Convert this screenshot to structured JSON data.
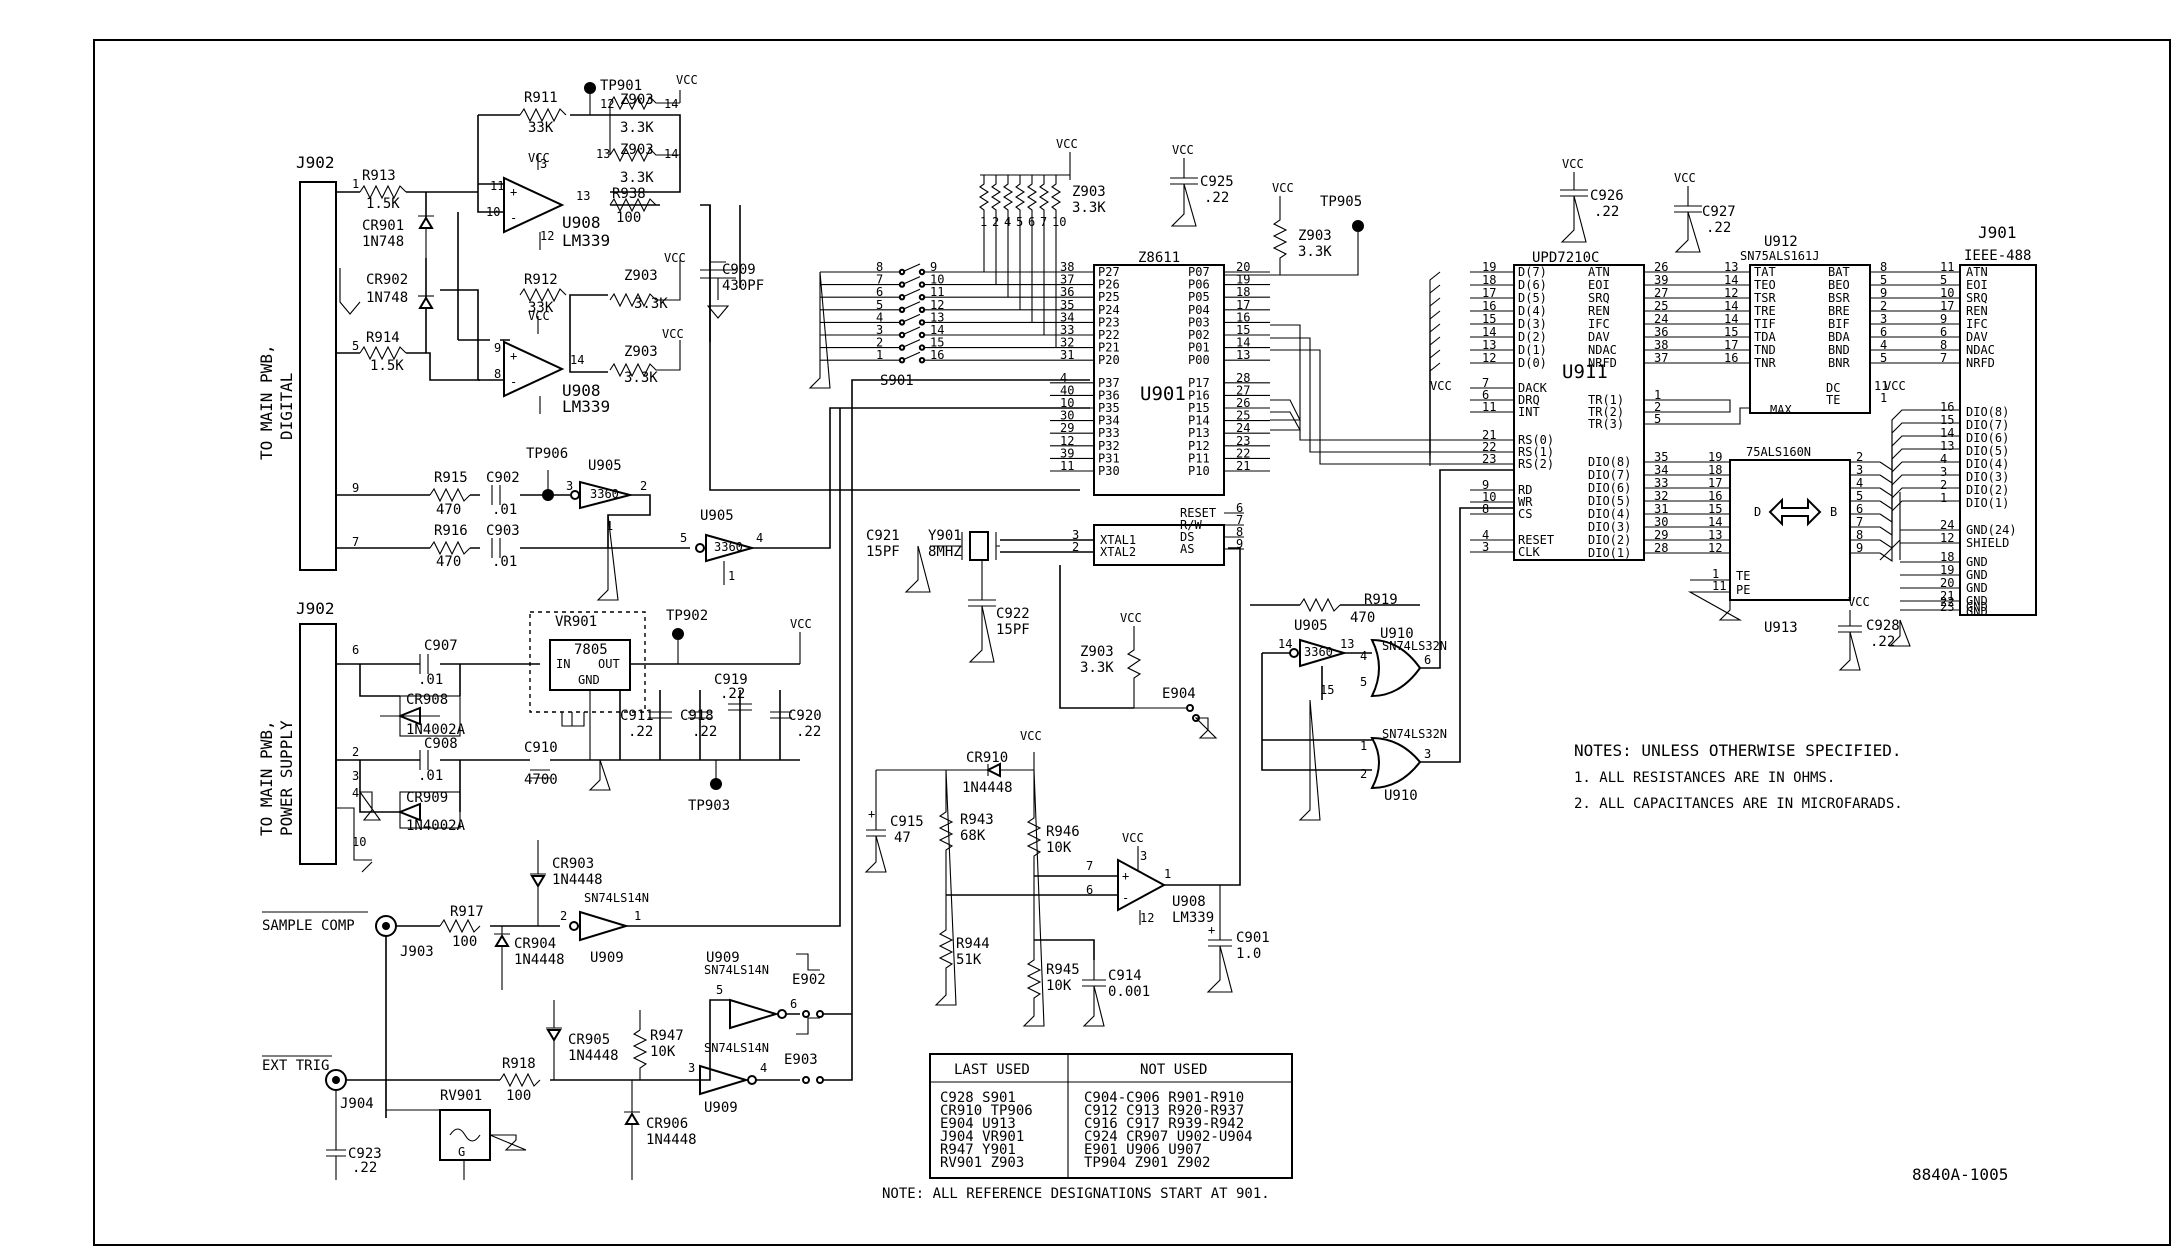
{
  "drawing_number": "8840A-1005",
  "reference_note": "NOTE: ALL REFERENCE DESIGNATIONS START AT 901.",
  "notes": {
    "title": "NOTES: UNLESS OTHERWISE SPECIFIED.",
    "items": [
      "1.  ALL RESISTANCES ARE IN OHMS.",
      "2.  ALL CAPACITANCES ARE IN MICROFARADS."
    ]
  },
  "connectors": {
    "j902_top": {
      "ref": "J902",
      "side_label_1": "TO MAIN PWB,",
      "side_label_2": "DIGITAL"
    },
    "j902_bottom": {
      "ref": "J902",
      "side_label_1": "TO MAIN PWB,",
      "side_label_2": "POWER SUPPLY"
    },
    "j901": {
      "ref": "J901",
      "title": "IEEE-488"
    },
    "j903": {
      "ref": "J903",
      "signal": "SAMPLE COMP"
    },
    "j904": {
      "ref": "J904",
      "signal": "EXT TRIG"
    }
  },
  "components": {
    "r913": {
      "ref": "R913",
      "value": "1.5K"
    },
    "r914": {
      "ref": "R914",
      "value": "1.5K"
    },
    "r911": {
      "ref": "R911",
      "value": "33K"
    },
    "r912": {
      "ref": "R912",
      "value": "33K"
    },
    "r938": {
      "ref": "R938",
      "value": "100"
    },
    "r915": {
      "ref": "R915",
      "value": "470"
    },
    "r916": {
      "ref": "R916",
      "value": "470"
    },
    "r917": {
      "ref": "R917",
      "value": "100"
    },
    "r918": {
      "ref": "R918",
      "value": "100"
    },
    "r919": {
      "ref": "R919",
      "value": "470"
    },
    "r943": {
      "ref": "R943",
      "value": "68K"
    },
    "r944": {
      "ref": "R944",
      "value": "51K"
    },
    "r945": {
      "ref": "R945",
      "value": "10K"
    },
    "r946": {
      "ref": "R946",
      "value": "10K"
    },
    "r947": {
      "ref": "R947",
      "value": "10K"
    },
    "cr901": {
      "ref": "CR901",
      "value": "1N748"
    },
    "cr902": {
      "ref": "CR902",
      "value": "1N748"
    },
    "cr903": {
      "ref": "CR903",
      "value": "1N4448"
    },
    "cr904": {
      "ref": "CR904",
      "value": "1N4448"
    },
    "cr905": {
      "ref": "CR905",
      "value": "1N4448"
    },
    "cr906": {
      "ref": "CR906",
      "value": "1N4448"
    },
    "cr908": {
      "ref": "CR908",
      "value": "1N4002A"
    },
    "cr909": {
      "ref": "CR909",
      "value": "1N4002A"
    },
    "cr910": {
      "ref": "CR910",
      "value": "1N4448"
    },
    "c902": {
      "ref": "C902",
      "value": ".01"
    },
    "c903": {
      "ref": "C903",
      "value": ".01"
    },
    "c907": {
      "ref": "C907",
      "value": ".01"
    },
    "c908": {
      "ref": "C908",
      "value": ".01"
    },
    "c909": {
      "ref": "C909",
      "value": "430PF"
    },
    "c910": {
      "ref": "C910",
      "value": "4700"
    },
    "c911": {
      "ref": "C911",
      "value": ".22"
    },
    "c914": {
      "ref": "C914",
      "value": "0.001"
    },
    "c915": {
      "ref": "C915",
      "value": "47"
    },
    "c918": {
      "ref": "C918",
      "value": ".22"
    },
    "c919": {
      "ref": "C919",
      "value": ".22"
    },
    "c920": {
      "ref": "C920",
      "value": ".22"
    },
    "c901": {
      "ref": "C901",
      "value": "1.0"
    },
    "c921": {
      "ref": "C921",
      "value": "15PF"
    },
    "c922": {
      "ref": "C922",
      "value": "15PF"
    },
    "c923": {
      "ref": "C923",
      "value": ".22"
    },
    "c925": {
      "ref": "C925",
      "value": ".22"
    },
    "c926": {
      "ref": "C926",
      "value": ".22"
    },
    "c927": {
      "ref": "C927",
      "value": ".22"
    },
    "c928": {
      "ref": "C928",
      "value": ".22"
    },
    "y901": {
      "ref": "Y901",
      "value": "8MHZ"
    },
    "vr901": {
      "ref": "VR901",
      "part": "7805",
      "in": "IN",
      "out": "OUT",
      "gnd": "GND"
    },
    "rv901": {
      "ref": "RV901",
      "pin": "G"
    },
    "u908a": {
      "ref": "U908",
      "part": "LM339"
    },
    "u908b": {
      "ref": "U908",
      "part": "LM339"
    },
    "u908c": {
      "ref": "U908",
      "part": "LM339"
    },
    "u905a": {
      "ref": "U905",
      "part": "3360"
    },
    "u905b": {
      "ref": "U905",
      "part": "3360"
    },
    "u905c": {
      "ref": "U905",
      "part": "3360"
    },
    "u909a": {
      "ref": "U909",
      "part": "SN74LS14N"
    },
    "u909b": {
      "ref": "U909",
      "part": "SN74LS14N"
    },
    "u909c": {
      "ref": "U909",
      "part": "SN74LS14N"
    },
    "u910a": {
      "ref": "U910",
      "part": "SN74LS32N"
    },
    "u910b": {
      "ref": "U910",
      "part": "SN74LS32N"
    },
    "z903a": {
      "ref": "Z903",
      "value": "3.3K"
    },
    "z903b": {
      "ref": "Z903",
      "value": "3.3K"
    },
    "z903c": {
      "ref": "Z903",
      "value": "3.3K"
    },
    "z903d": {
      "ref": "Z903",
      "value": "3.3K"
    },
    "z903e": {
      "ref": "Z903",
      "value": "3.3K"
    },
    "z903f": {
      "ref": "Z903",
      "value": "3.3K"
    },
    "z903g": {
      "ref": "Z903",
      "value": "3.3K"
    },
    "s901": {
      "ref": "S901"
    },
    "tp901": {
      "ref": "TP901"
    },
    "tp902": {
      "ref": "TP902"
    },
    "tp903": {
      "ref": "TP903"
    },
    "tp905": {
      "ref": "TP905"
    },
    "tp906": {
      "ref": "TP906"
    },
    "e902": {
      "ref": "E902"
    },
    "e903": {
      "ref": "E903"
    },
    "e904": {
      "ref": "E904"
    }
  },
  "u901": {
    "ref": "U901",
    "part": "Z8611",
    "left_pins": [
      {
        "num": "38",
        "name": "P27"
      },
      {
        "num": "37",
        "name": "P26"
      },
      {
        "num": "36",
        "name": "P25"
      },
      {
        "num": "35",
        "name": "P24"
      },
      {
        "num": "34",
        "name": "P23"
      },
      {
        "num": "33",
        "name": "P22"
      },
      {
        "num": "32",
        "name": "P21"
      },
      {
        "num": "31",
        "name": "P20"
      },
      {
        "num": "4",
        "name": "P37"
      },
      {
        "num": "40",
        "name": "P36"
      },
      {
        "num": "10",
        "name": "P35"
      },
      {
        "num": "30",
        "name": "P34"
      },
      {
        "num": "29",
        "name": "P33"
      },
      {
        "num": "12",
        "name": "P32"
      },
      {
        "num": "39",
        "name": "P31"
      },
      {
        "num": "11",
        "name": "P30"
      }
    ],
    "right_pins": [
      {
        "num": "20",
        "name": "P07"
      },
      {
        "num": "19",
        "name": "P06"
      },
      {
        "num": "18",
        "name": "P05"
      },
      {
        "num": "17",
        "name": "P04"
      },
      {
        "num": "16",
        "name": "P03"
      },
      {
        "num": "15",
        "name": "P02"
      },
      {
        "num": "14",
        "name": "P01"
      },
      {
        "num": "13",
        "name": "P00"
      },
      {
        "num": "28",
        "name": "P17"
      },
      {
        "num": "27",
        "name": "P16"
      },
      {
        "num": "26",
        "name": "P15"
      },
      {
        "num": "25",
        "name": "P14"
      },
      {
        "num": "24",
        "name": "P13"
      },
      {
        "num": "23",
        "name": "P12"
      },
      {
        "num": "22",
        "name": "P11"
      },
      {
        "num": "21",
        "name": "P10"
      }
    ],
    "bottom_left": [
      {
        "num": "3",
        "name": "XTAL1"
      },
      {
        "num": "2",
        "name": "XTAL2"
      }
    ],
    "bottom_right": [
      {
        "num": "6",
        "name": "RESET"
      },
      {
        "num": "7",
        "name": "R/W"
      },
      {
        "num": "8",
        "name": "DS"
      },
      {
        "num": "9",
        "name": "AS"
      }
    ]
  },
  "u911": {
    "ref": "U911",
    "part": "UPD7210C",
    "left_pins": [
      {
        "num": "19",
        "name": "D(7)"
      },
      {
        "num": "18",
        "name": "D(6)"
      },
      {
        "num": "17",
        "name": "D(5)"
      },
      {
        "num": "16",
        "name": "D(4)"
      },
      {
        "num": "15",
        "name": "D(3)"
      },
      {
        "num": "14",
        "name": "D(2)"
      },
      {
        "num": "13",
        "name": "D(1)"
      },
      {
        "num": "12",
        "name": "D(0)"
      },
      {
        "num": "7",
        "name": "DACK"
      },
      {
        "num": "6",
        "name": "DRQ"
      },
      {
        "num": "11",
        "name": "INT"
      },
      {
        "num": "21",
        "name": "RS(0)"
      },
      {
        "num": "22",
        "name": "RS(1)"
      },
      {
        "num": "23",
        "name": "RS(2)"
      },
      {
        "num": "9",
        "name": "RD"
      },
      {
        "num": "10",
        "name": "WR"
      },
      {
        "num": "8",
        "name": "CS"
      },
      {
        "num": "4",
        "name": "RESET"
      },
      {
        "num": "3",
        "name": "CLK"
      }
    ],
    "right_pins": [
      {
        "num": "26",
        "name": "ATN"
      },
      {
        "num": "39",
        "name": "EOI"
      },
      {
        "num": "27",
        "name": "SRQ"
      },
      {
        "num": "25",
        "name": "REN"
      },
      {
        "num": "24",
        "name": "IFC"
      },
      {
        "num": "36",
        "name": "DAV"
      },
      {
        "num": "38",
        "name": "NDAC"
      },
      {
        "num": "37",
        "name": "NRFD"
      },
      {
        "num": "1",
        "name": "TR(1)"
      },
      {
        "num": "2",
        "name": "TR(2)"
      },
      {
        "num": "5",
        "name": "TR(3)"
      },
      {
        "num": "35",
        "name": "DIO(8)"
      },
      {
        "num": "34",
        "name": "DIO(7)"
      },
      {
        "num": "33",
        "name": "DIO(6)"
      },
      {
        "num": "32",
        "name": "DIO(5)"
      },
      {
        "num": "31",
        "name": "DIO(4)"
      },
      {
        "num": "30",
        "name": "DIO(3)"
      },
      {
        "num": "29",
        "name": "DIO(2)"
      },
      {
        "num": "28",
        "name": "DIO(1)"
      }
    ]
  },
  "u912": {
    "ref": "U912",
    "part": "SN75ALS161J",
    "left": [
      {
        "num": "13",
        "name": "TAT"
      },
      {
        "num": "14",
        "name": "TEO"
      },
      {
        "num": "12",
        "name": "TSR"
      },
      {
        "num": "14",
        "name": "TRE"
      },
      {
        "num": "14",
        "name": "TIF"
      },
      {
        "num": "15",
        "name": "TDA"
      },
      {
        "num": "17",
        "name": "TND"
      },
      {
        "num": "16",
        "name": "TNR"
      }
    ],
    "right": [
      {
        "num": "8",
        "name": "BAT"
      },
      {
        "num": "5",
        "name": "BEO"
      },
      {
        "num": "9",
        "name": "BSR"
      },
      {
        "num": "2",
        "name": "BRE"
      },
      {
        "num": "3",
        "name": "BIF"
      },
      {
        "num": "6",
        "name": "BDA"
      },
      {
        "num": "4",
        "name": "BND"
      },
      {
        "num": "5",
        "name": "BNR"
      }
    ],
    "dc": "DC",
    "te": "TE",
    "max": "MAX"
  },
  "u913": {
    "ref": "U913",
    "part": "75ALS160N",
    "left_nums": [
      "19",
      "18",
      "17",
      "16",
      "15",
      "14",
      "13",
      "12"
    ],
    "right_nums": [
      "2",
      "3",
      "4",
      "5",
      "6",
      "7",
      "8",
      "9"
    ],
    "side_a": "D",
    "side_b": "B",
    "te": "TE",
    "pe": "PE"
  },
  "j901_pins": [
    {
      "num": "11",
      "name": "ATN"
    },
    {
      "num": "5",
      "name": "EOI"
    },
    {
      "num": "10",
      "name": "SRQ"
    },
    {
      "num": "17",
      "name": "REN"
    },
    {
      "num": "9",
      "name": "IFC"
    },
    {
      "num": "6",
      "name": "DAV"
    },
    {
      "num": "8",
      "name": "NDAC"
    },
    {
      "num": "7",
      "name": "NRFD"
    },
    {
      "num": "16",
      "name": "DIO(8)"
    },
    {
      "num": "15",
      "name": "DIO(7)"
    },
    {
      "num": "14",
      "name": "DIO(6)"
    },
    {
      "num": "13",
      "name": "DIO(5)"
    },
    {
      "num": "4",
      "name": "DIO(4)"
    },
    {
      "num": "3",
      "name": "DIO(3)"
    },
    {
      "num": "2",
      "name": "DIO(2)"
    },
    {
      "num": "1",
      "name": "DIO(1)"
    },
    {
      "num": "24",
      "name": "GND(24)"
    },
    {
      "num": "12",
      "name": "SHIELD"
    },
    {
      "num": "18",
      "name": "GND"
    },
    {
      "num": "19",
      "name": "GND"
    },
    {
      "num": "20",
      "name": "GND"
    },
    {
      "num": "21",
      "name": "GND"
    },
    {
      "num": "22",
      "name": "GND"
    },
    {
      "num": "23",
      "name": "GND"
    }
  ],
  "last_used_table": {
    "headers": [
      "LAST USED",
      "NOT USED"
    ],
    "last_used": [
      "C928   S901",
      "CR910  TP906",
      "E904   U913",
      "J904   VR901",
      "R947   Y901",
      "RV901  Z903"
    ],
    "not_used": [
      "C904-C906  R901-R910",
      "C912  C913  R920-R937",
      "C916  C917  R939-R942",
      "C924  CR907 U902-U904",
      "E901         U906  U907",
      "TP904        Z901  Z902"
    ]
  },
  "labels": {
    "vcc": "VCC",
    "pin_labels": {
      "j902_pin1": "1",
      "j902_pin5": "5",
      "j902_pin9": "9",
      "j902_pin7": "7",
      "j902_pin6": "6",
      "j902_pin2": "2",
      "j902_pin3": "3",
      "j902_pin4": "4",
      "j902_pin10": "10"
    }
  }
}
